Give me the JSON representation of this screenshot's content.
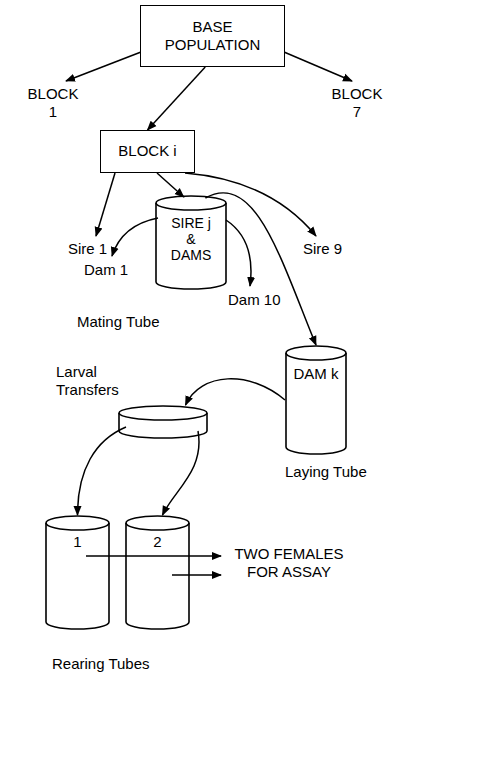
{
  "diagram": {
    "nodes": [
      {
        "text": [
          "BASE POPULATION"
        ]
      },
      {
        "text": [
          "BLOCK i"
        ]
      },
      {
        "text": [
          "SIRE j & DAMS",
          "Mating Tube"
        ]
      },
      {
        "text": [
          "DAM k",
          "Laying Tube"
        ]
      },
      {
        "text": [
          "Larval Transfers"
        ]
      },
      {
        "text": [
          "1"
        ]
      },
      {
        "text": [
          "2"
        ]
      }
    ],
    "edges": [
      {
        "from": 0,
        "to": 1,
        "arrow": "to"
      },
      {
        "from": 1,
        "to": 2,
        "arrow": "to"
      },
      {
        "from": 2,
        "to": 3,
        "arrow": "to"
      },
      {
        "from": 3,
        "to": 4,
        "arrow": "to"
      },
      {
        "from": 4,
        "to": 5,
        "arrow": "to"
      },
      {
        "from": 4,
        "to": 6,
        "arrow": "to"
      }
    ],
    "labels": [
      "BLOCK 1",
      "BLOCK 7",
      "Sire 1",
      "Sire 9",
      "Dam 1",
      "Dam 10",
      "TWO FEMALES FOR ASSAY",
      "Rearing Tubes"
    ]
  }
}
